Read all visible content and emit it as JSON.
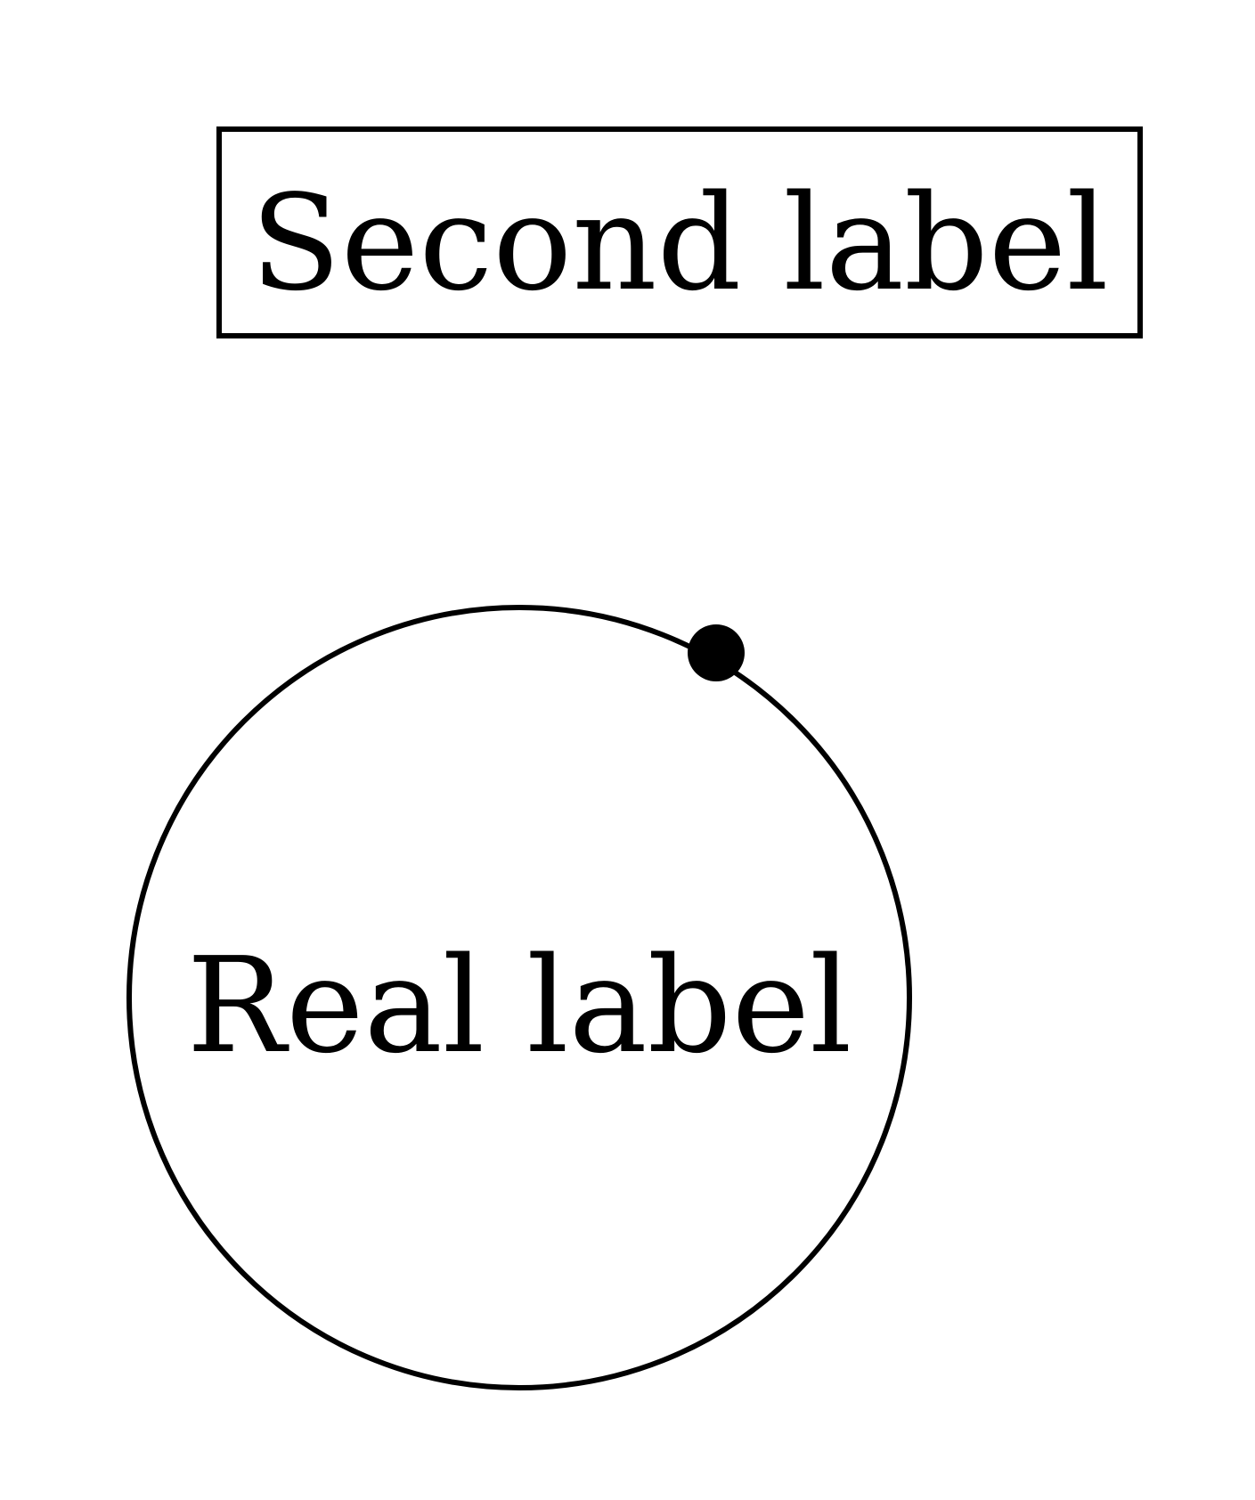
{
  "diagram": {
    "box_label": {
      "text": "Second label",
      "shape": "rectangle"
    },
    "circle_node": {
      "text": "Real label",
      "shape": "circle"
    },
    "marker": {
      "shape": "filled-dot"
    },
    "colors": {
      "stroke": "#000000",
      "background": "#ffffff"
    }
  }
}
